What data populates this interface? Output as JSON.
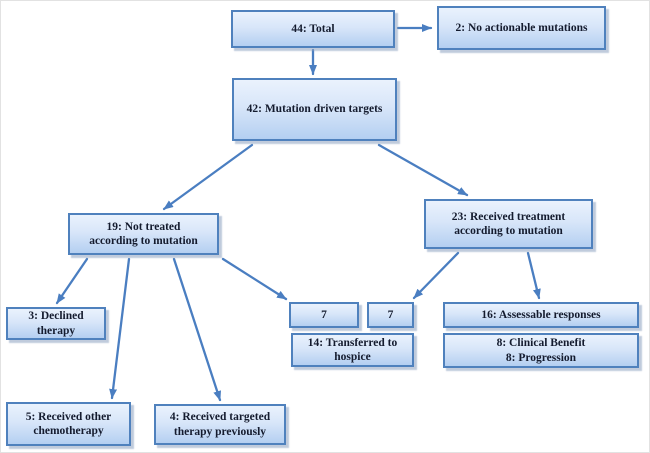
{
  "diagram": {
    "type": "flowchart",
    "accent_color": "#4f81bd",
    "box_border_color": "#4f81bd",
    "box_fill_top": "#eaf2fd",
    "box_fill_bottom": "#b4cff1",
    "text_color": "#141b2e",
    "nodes": [
      {
        "id": "total",
        "label": "44: Total"
      },
      {
        "id": "no-actionable",
        "label": "2: No actionable mutations"
      },
      {
        "id": "mutation-driven",
        "label": "42: Mutation driven targets"
      },
      {
        "id": "not-treated",
        "label": "19: Not treated\naccording to mutation"
      },
      {
        "id": "received-treatment",
        "label": "23: Received treatment\naccording to mutation"
      },
      {
        "id": "declined",
        "label": "3: Declined\ntherapy"
      },
      {
        "id": "seven-left",
        "label": "7"
      },
      {
        "id": "seven-right",
        "label": "7"
      },
      {
        "id": "hospice",
        "label": "14: Transferred to\nhospice"
      },
      {
        "id": "assessable",
        "label": "16: Assessable responses"
      },
      {
        "id": "benefit",
        "label": "8: Clinical Benefit\n8: Progression"
      },
      {
        "id": "other-chemo",
        "label": "5: Received other\nchemotherapy"
      },
      {
        "id": "targeted-prev",
        "label": "4: Received targeted\ntherapy previously"
      }
    ],
    "edges": [
      {
        "from": "total",
        "to": "no-actionable"
      },
      {
        "from": "total",
        "to": "mutation-driven"
      },
      {
        "from": "mutation-driven",
        "to": "not-treated"
      },
      {
        "from": "mutation-driven",
        "to": "received-treatment"
      },
      {
        "from": "not-treated",
        "to": "declined"
      },
      {
        "from": "not-treated",
        "to": "other-chemo"
      },
      {
        "from": "not-treated",
        "to": "targeted-prev"
      },
      {
        "from": "not-treated",
        "to": "seven-left"
      },
      {
        "from": "received-treatment",
        "to": "seven-right"
      },
      {
        "from": "received-treatment",
        "to": "assessable"
      }
    ]
  }
}
